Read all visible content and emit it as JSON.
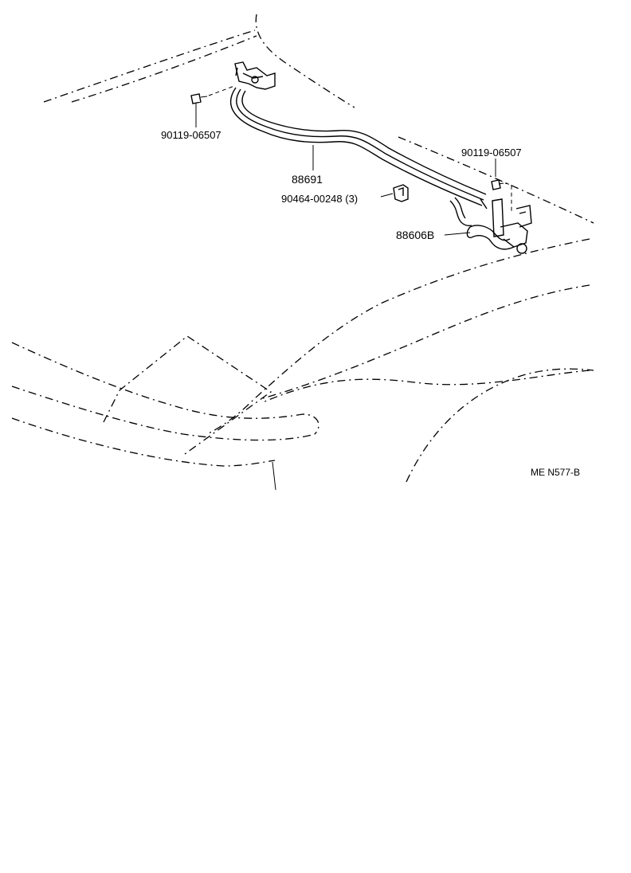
{
  "labels": {
    "bolt_left": "90119-06507",
    "hose_main": "88691",
    "clamp": "90464-00248 (3)",
    "bolt_right": "90119-06507",
    "hose_valve": "88606B",
    "figure_code": "ME N577-B"
  },
  "colors": {
    "ink": "#000000",
    "paper": "#ffffff"
  }
}
